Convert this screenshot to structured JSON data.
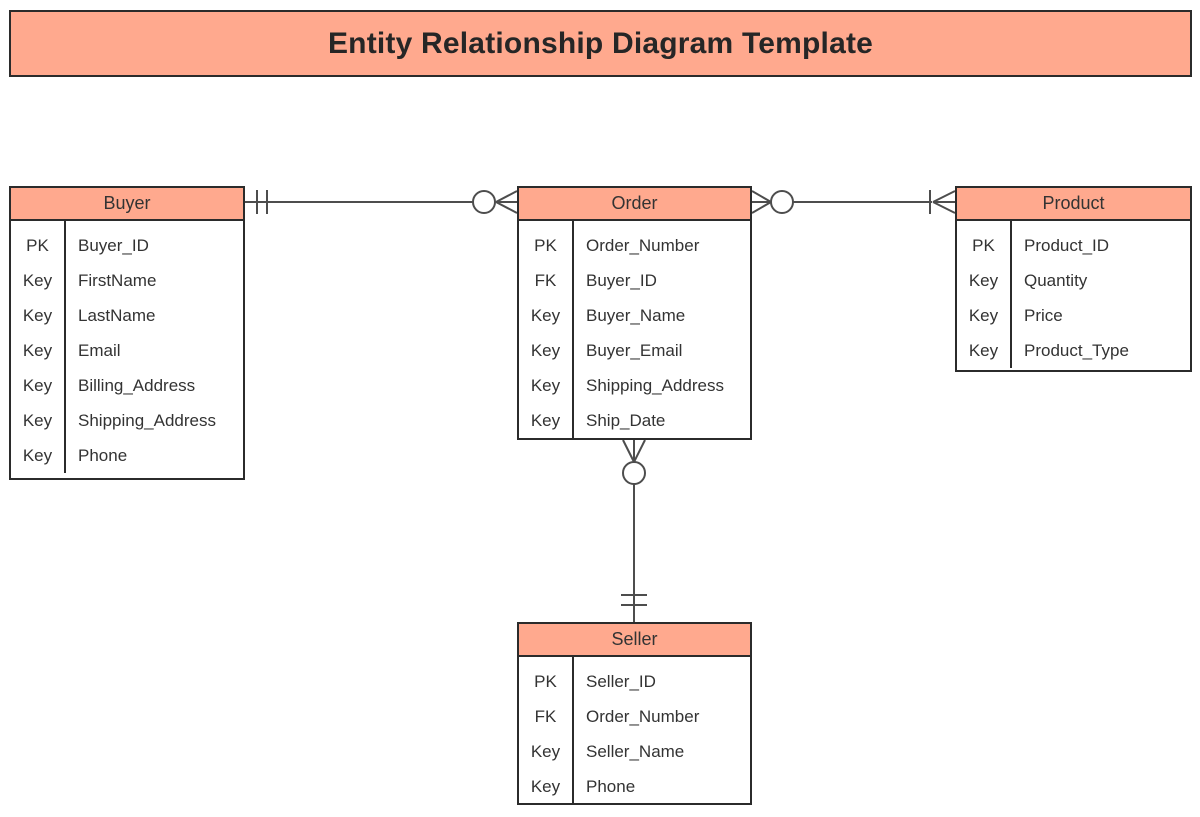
{
  "title": "Entity Relationship Diagram Template",
  "colors": {
    "header_fill": "#FFA98E",
    "border": "#2b2b2b",
    "line": "#4d4d4d",
    "text": "#333333"
  },
  "entities": {
    "buyer": {
      "name": "Buyer",
      "rows": [
        {
          "key": "PK",
          "attr": "Buyer_ID"
        },
        {
          "key": "Key",
          "attr": "FirstName"
        },
        {
          "key": "Key",
          "attr": "LastName"
        },
        {
          "key": "Key",
          "attr": "Email"
        },
        {
          "key": "Key",
          "attr": "Billing_Address"
        },
        {
          "key": "Key",
          "attr": "Shipping_Address"
        },
        {
          "key": "Key",
          "attr": "Phone"
        }
      ]
    },
    "order": {
      "name": "Order",
      "rows": [
        {
          "key": "PK",
          "attr": "Order_Number"
        },
        {
          "key": "FK",
          "attr": "Buyer_ID"
        },
        {
          "key": "Key",
          "attr": "Buyer_Name"
        },
        {
          "key": "Key",
          "attr": "Buyer_Email"
        },
        {
          "key": "Key",
          "attr": "Shipping_Address"
        },
        {
          "key": "Key",
          "attr": "Ship_Date"
        }
      ]
    },
    "product": {
      "name": "Product",
      "rows": [
        {
          "key": "PK",
          "attr": "Product_ID"
        },
        {
          "key": "Key",
          "attr": "Quantity"
        },
        {
          "key": "Key",
          "attr": "Price"
        },
        {
          "key": "Key",
          "attr": "Product_Type"
        }
      ]
    },
    "seller": {
      "name": "Seller",
      "rows": [
        {
          "key": "PK",
          "attr": "Seller_ID"
        },
        {
          "key": "FK",
          "attr": "Order_Number"
        },
        {
          "key": "Key",
          "attr": "Seller_Name"
        },
        {
          "key": "Key",
          "attr": "Phone"
        }
      ]
    }
  },
  "relationships": [
    {
      "from": "Buyer",
      "to": "Order",
      "from_cardinality": "one-and-only-one",
      "to_cardinality": "zero-or-many"
    },
    {
      "from": "Order",
      "to": "Product",
      "from_cardinality": "zero-or-many",
      "to_cardinality": "one-or-many"
    },
    {
      "from": "Order",
      "to": "Seller",
      "from_cardinality": "zero-or-many",
      "to_cardinality": "one-and-only-one"
    }
  ]
}
